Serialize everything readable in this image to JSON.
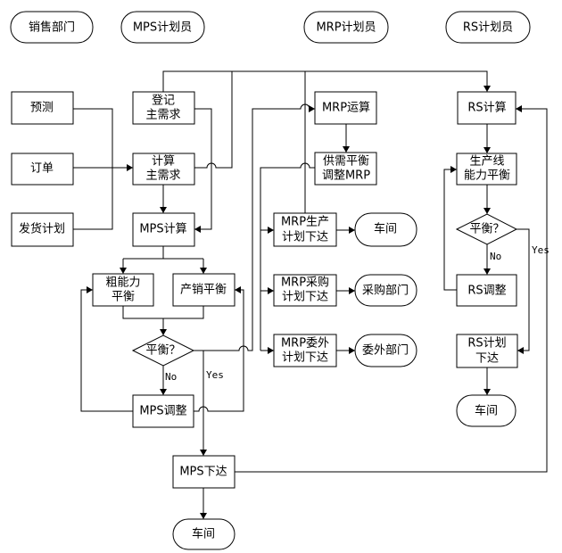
{
  "diagram": {
    "type": "flowchart",
    "colors": {
      "line": "#000000",
      "fill": "#ffffff",
      "text": "#000000"
    },
    "swimlanes": [
      {
        "id": "sales",
        "label": "销售部门"
      },
      {
        "id": "mps",
        "label": "MPS计划员"
      },
      {
        "id": "mrp",
        "label": "MRP计划员"
      },
      {
        "id": "rs",
        "label": "RS计划员"
      }
    ],
    "nodes": {
      "forecast": {
        "lines": [
          "预测"
        ]
      },
      "order": {
        "lines": [
          "订单"
        ]
      },
      "shipping_plan": {
        "lines": [
          "发货计划"
        ]
      },
      "register_demand": {
        "lines": [
          "登记",
          "主需求"
        ]
      },
      "calc_demand": {
        "lines": [
          "计算",
          "主需求"
        ]
      },
      "mps_calc": {
        "lines": [
          "MPS计算"
        ]
      },
      "rough_capacity": {
        "lines": [
          "粗能力",
          "平衡"
        ]
      },
      "prod_sales_balance": {
        "lines": [
          "产销平衡"
        ]
      },
      "mps_decision": {
        "lines": [
          "平衡？"
        ]
      },
      "mps_adjust": {
        "lines": [
          "MPS调整"
        ]
      },
      "mps_release": {
        "lines": [
          "MPS下达"
        ]
      },
      "workshop_mps": {
        "lines": [
          "车间"
        ]
      },
      "mrp_calc": {
        "lines": [
          "MRP运算"
        ]
      },
      "supply_balance": {
        "lines": [
          "供需平衡",
          "调整MRP"
        ]
      },
      "mrp_production": {
        "lines": [
          "MRP生产",
          "计划下达"
        ]
      },
      "workshop_mrp": {
        "lines": [
          "车间"
        ]
      },
      "mrp_purchase": {
        "lines": [
          "MRP采购",
          "计划下达"
        ]
      },
      "purchase_dept": {
        "lines": [
          "采购部门"
        ]
      },
      "mrp_outsource": {
        "lines": [
          "MRP委外",
          "计划下达"
        ]
      },
      "outsource_dept": {
        "lines": [
          "委外部门"
        ]
      },
      "rs_calc": {
        "lines": [
          "RS计算"
        ]
      },
      "line_capacity": {
        "lines": [
          "生产线",
          "能力平衡"
        ]
      },
      "rs_decision": {
        "lines": [
          "平衡？"
        ]
      },
      "rs_adjust": {
        "lines": [
          "RS调整"
        ]
      },
      "rs_release": {
        "lines": [
          "RS计划",
          "下达"
        ]
      },
      "workshop_rs": {
        "lines": [
          "车间"
        ]
      }
    },
    "edge_labels": {
      "mps_no": "No",
      "mps_yes": "Yes",
      "rs_no": "No",
      "rs_yes": "Yes"
    }
  }
}
